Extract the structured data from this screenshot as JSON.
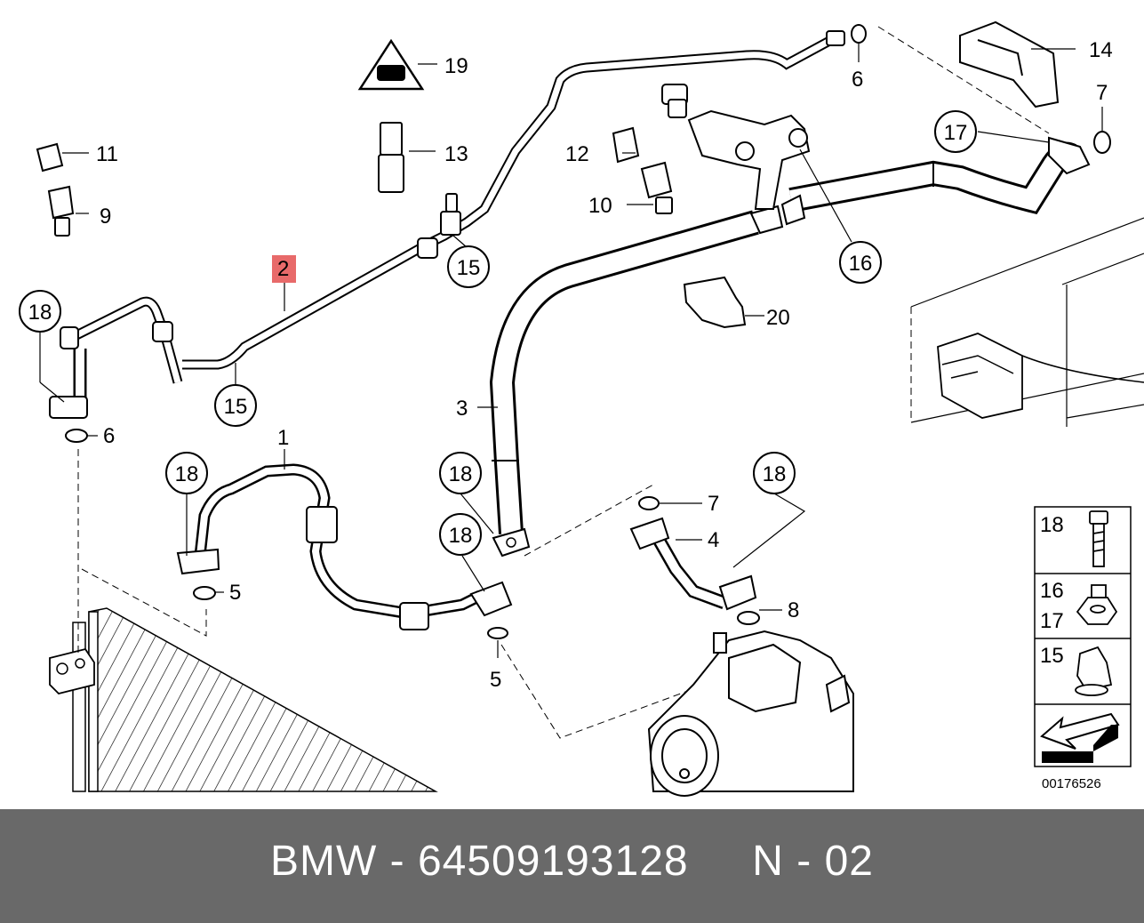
{
  "labels": {
    "l1": "1",
    "l2": "2",
    "l3": "3",
    "l4": "4",
    "l5a": "5",
    "l5b": "5",
    "l6a": "6",
    "l6b": "6",
    "l7a": "7",
    "l7b": "7",
    "l8": "8",
    "l9": "9",
    "l10": "10",
    "l11": "11",
    "l12": "12",
    "l13": "13",
    "l14": "14",
    "l15a": "15",
    "l15b": "15",
    "l16": "16",
    "l17": "17",
    "l18a": "18",
    "l18b": "18",
    "l18c": "18",
    "l18d": "18",
    "l18e": "18",
    "l19": "19",
    "l20": "20"
  },
  "legend": {
    "r1": "18",
    "r2a": "16",
    "r2b": "17",
    "r3": "15"
  },
  "diagram_id": "00176526",
  "footer": "BMW - 64509193128     N - 02"
}
